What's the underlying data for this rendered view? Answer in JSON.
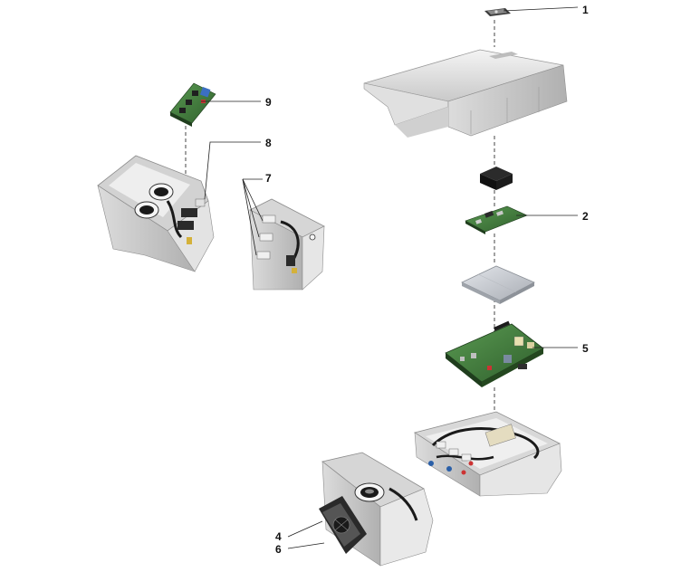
{
  "callouts": {
    "c1": "1",
    "c2": "2",
    "c4": "4",
    "c5": "5",
    "c6": "6",
    "c7": "7",
    "c8": "8",
    "c9": "9"
  },
  "colors": {
    "housing": "#e6e6e6",
    "housing_shadow": "#bdbdbd",
    "pcb_green": "#3f7a3a",
    "pcb_dark": "#274e25",
    "cable_black": "#1a1a1a",
    "metal_plate": "#c8ccd2"
  }
}
